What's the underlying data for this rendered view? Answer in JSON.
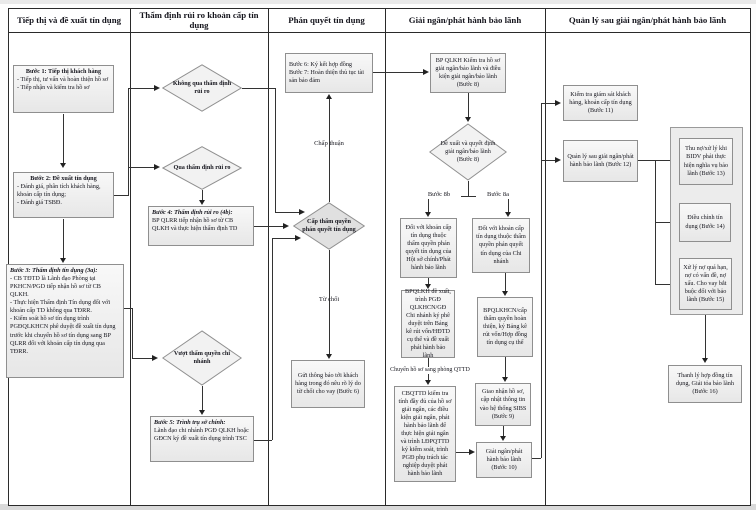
{
  "lanes": [
    {
      "title": "Tiếp thị và đề xuất tín dụng"
    },
    {
      "title": "Thẩm định rủi ro khoản cấp tín dụng"
    },
    {
      "title": "Phán quyết tín dụng"
    },
    {
      "title": "Giải ngân/phát hành bảo lãnh"
    },
    {
      "title": "Quản lý sau giải ngân/phát hành bảo lãnh"
    }
  ],
  "nodes": {
    "b1": {
      "title": "Bước 1: Tiếp thị khách hàng",
      "lines": [
        "- Tiếp thị, tư vấn và hoàn thiện hồ sơ",
        "- Tiếp nhận và kiểm tra hồ sơ"
      ]
    },
    "b2": {
      "title": "Bước 2: Đề xuất tín dụng",
      "lines": [
        "- Đánh giá, phân tích khách hàng, khoản cấp tín dụng;",
        "- Đánh giá TSBĐ."
      ]
    },
    "b3": {
      "title": "Bước 3: Thẩm định tín dụng (3a):",
      "lines": [
        "- CB TĐTD là Lãnh đạo Phòng tại PKHCN/PGD tiếp nhận hồ sơ từ CB QLKH.",
        "- Thực hiện Thẩm định Tín dụng đối với khoản cấp TD không qua TĐRR.",
        "- Kiểm soát hồ sơ tín dụng trình PGĐQLKHCN phê duyệt đề xuất tín dụng trước khi chuyển hồ sơ tín dụng sang BP QLRR đối với khoản cấp tín dụng qua TĐRR."
      ]
    },
    "d_no_tdrr": {
      "text": "Không qua thẩm định rủi ro"
    },
    "d_tdrr": {
      "text": "Qua thẩm định rủi ro"
    },
    "b4": {
      "title": "Bước 4: Thẩm định rủi ro (4b):",
      "body": "BP QLRR tiếp nhận hồ sơ từ CB QLKH và thực hiện thẩm định TD"
    },
    "d_vuot": {
      "text": "Vượt thẩm quyền chi nhánh"
    },
    "b5": {
      "title": "Bước 5: Trình trụ sở chính:",
      "body": "Lãnh đạo chi nhánh PGĐ QLKH hoặc GĐCN ký đề xuất tín dụng trình TSC"
    },
    "b67": {
      "lines": [
        "Bước 6: Ký kết hợp đồng",
        "Bước 7: Hoàn thiện thủ tục tài sản bảo đảm"
      ]
    },
    "d_phanquyet": {
      "text": "Cấp thẩm quyền phán quyết tín dụng"
    },
    "b6_notice": {
      "text": "Gửi thông báo tới khách hàng trong đó nêu rõ lý do từ chối cho vay (Bước 6)"
    },
    "b8_check": {
      "text": "BP QLKH Kiểm tra hồ sơ giải ngân/bảo lãnh và điều kiện giải ngân/bảo lãnh (Bước 8)"
    },
    "d_giaingan": {
      "text": "Đề xuất và quyết định giải ngân/bảo lãnh (Bước 8)"
    },
    "hq": {
      "text": "Đối với khoản cấp tín dụng thuộc thẩm quyền phán quyết tín dụng của Hội sở chính/Phát hành bảo lãnh"
    },
    "cn": {
      "text": "Đối với khoản cấp tín dụng thuộc thẩm quyền phán quyết tín dụng của Chi nhánh"
    },
    "bpqlkh": {
      "text": "BPQLKH đề xuất, trình PGĐ QLKHCN/GĐ Chi nhánh ký phê duyệt trên Bảng kê rút vốn/HĐTD cụ thể và đề xuất phát hành bảo lãnh"
    },
    "bpqlkhcn": {
      "text": "BPQLKHCN/cấp thẩm quyền hoàn thiện, ký Bảng kê rút vốn/Hợp đồng tín dụng cụ thể"
    },
    "cbqttd": {
      "text": "CBQTTD kiểm tra tính đầy đủ của hồ sơ giải ngân, các điều kiện giải ngân, phát hành bảo lãnh để thực hiện giải ngân và trình LĐPQTTD ký kiểm soát, trình PGĐ phụ trách tác nghiệp duyệt phát hành bảo lãnh"
    },
    "b9": {
      "text": "Giao nhận hồ sơ, cập nhật thông tin vào hệ thống SIBS (Bước 9)"
    },
    "b10": {
      "text": "Giải ngân/phát hành bảo lãnh (Bước 10)"
    },
    "b11": {
      "text": "Kiểm tra giám sát khách hàng, khoản cấp tín dụng (Bước 11)"
    },
    "b12": {
      "text": "Quản lý sau giải ngân/phát hành bảo lãnh (Bước 12)"
    },
    "b13": {
      "text": "Thu nợ/xử lý khi BIDV phải thực hiện nghĩa vụ bảo lãnh (Bước 13)"
    },
    "b14": {
      "text": "Điều chỉnh tín dụng (Bước 14)"
    },
    "b15": {
      "text": "Xử lý nợ quá hạn, nợ có vấn đề, nợ xấu. Cho vay bắt buộc đối với bảo lãnh (Bước 15)"
    },
    "b16": {
      "text": "Thanh lý hợp đồng tín dụng, Giải tỏa bảo lãnh (Bước 16)"
    }
  },
  "labels": {
    "approve": "Chấp thuận",
    "reject": "Từ chối",
    "b8b": "Bước 8b",
    "b8a": "Bước 8a",
    "transfer": "Chuyển hồ sơ sang phòng QTTD"
  },
  "colors": {
    "line": "#333333",
    "box_border": "#8f8f8f",
    "box_fill": "#f0f0f0",
    "decision_fill": "#e0e0e0",
    "container_fill": "#ececec"
  }
}
